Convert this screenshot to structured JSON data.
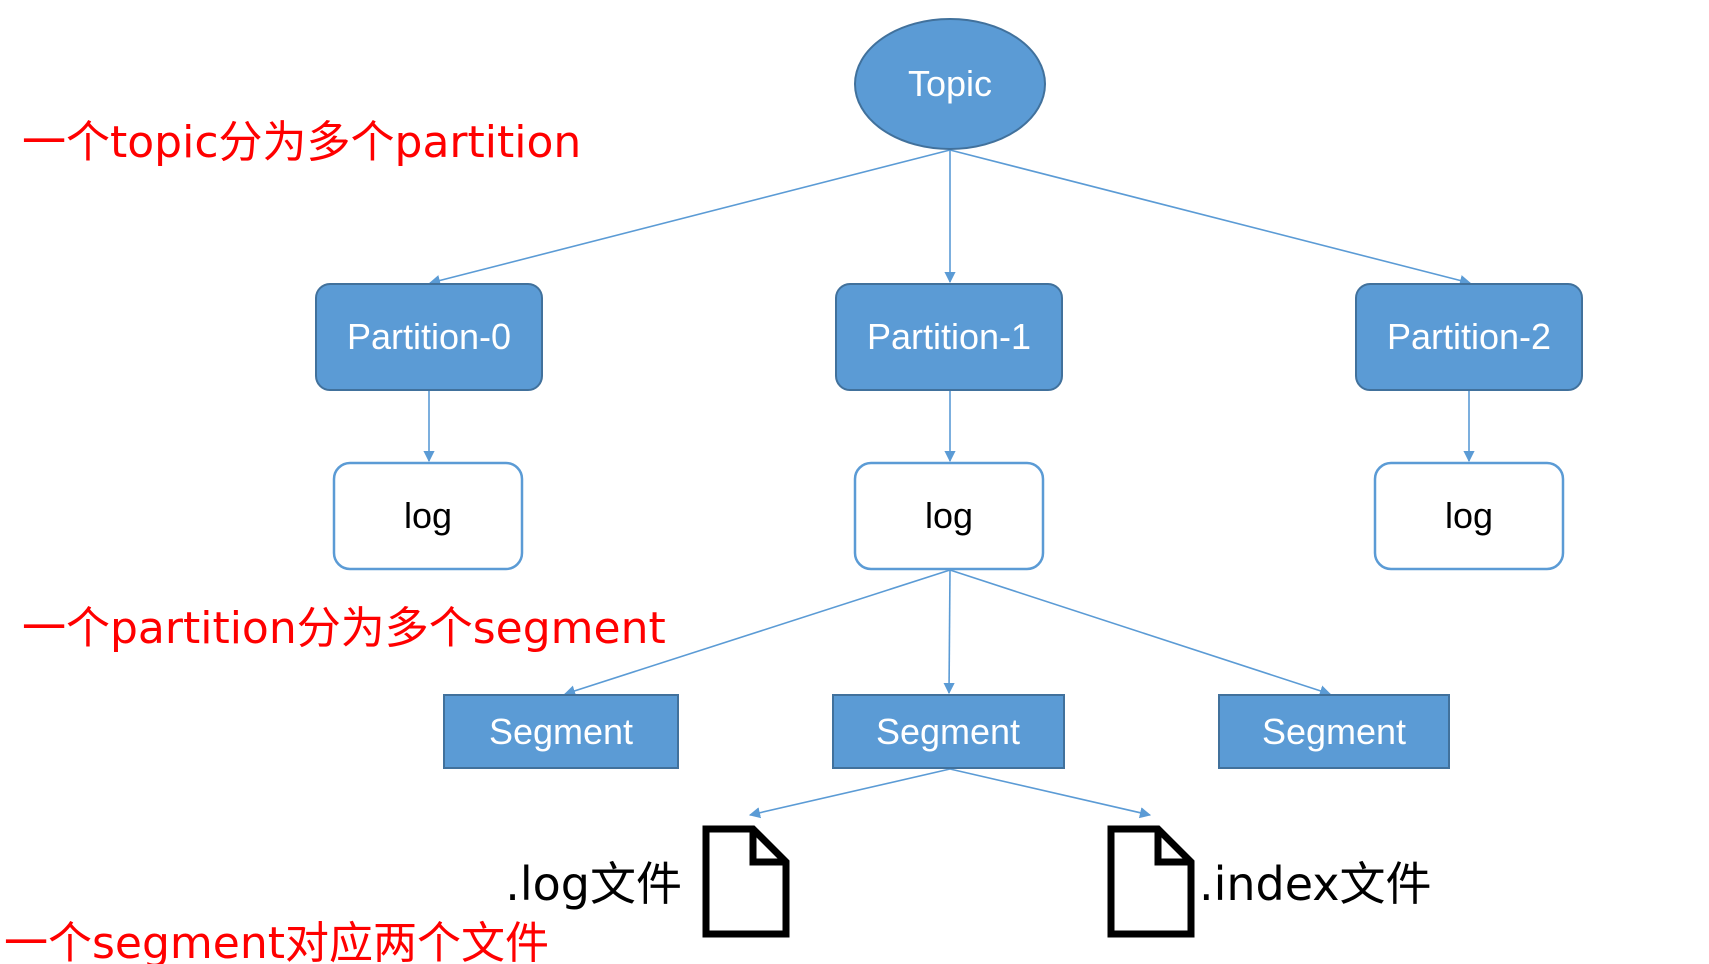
{
  "nodes": {
    "topic": "Topic",
    "partition_0": "Partition-0",
    "partition_1": "Partition-1",
    "partition_2": "Partition-2",
    "log_0": "log",
    "log_1": "log",
    "log_2": "log",
    "segment_0": "Segment",
    "segment_1": "Segment",
    "segment_2": "Segment",
    "log_file": ".log文件",
    "index_file": ".index文件"
  },
  "annotations": {
    "topic_to_partition": "一个topic分为多个partition",
    "partition_to_segment": "一个partition分为多个segment",
    "segment_to_files": "一个segment对应两个文件"
  },
  "colors": {
    "node_fill": "#5b9bd5",
    "node_stroke": "#41719c",
    "log_stroke": "#5b9bd5",
    "connector": "#5b9bd5",
    "annotation_text": "#ff0000",
    "file_icon": "#000000",
    "node_text_light": "#ffffff",
    "node_text_dark": "#000000"
  },
  "icons": {
    "log_file_icon": "document-icon",
    "index_file_icon": "document-icon"
  }
}
